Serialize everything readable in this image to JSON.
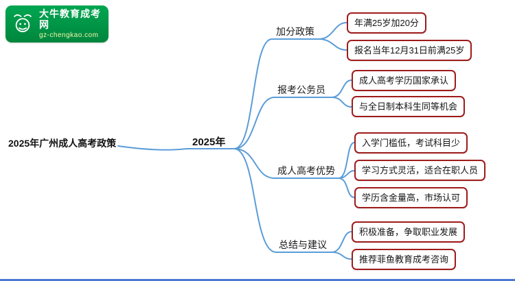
{
  "logo": {
    "title": "大牛教育成考网",
    "subtitle": "gz-chengkao.com",
    "icon": "bull-icon"
  },
  "root": {
    "text": "2025年广州成人高考政策"
  },
  "center": {
    "text": "2025年"
  },
  "branches": [
    {
      "label": "加分政策",
      "children": [
        "年满25岁加20分",
        "报名当年12月31日前满25岁"
      ]
    },
    {
      "label": "报考公务员",
      "children": [
        "成人高考学历国家承认",
        "与全日制本科生同等机会"
      ]
    },
    {
      "label": "成人高考优势",
      "children": [
        "入学门槛低，考试科目少",
        "学习方式灵活，适合在职人员",
        "学历含金量高，市场认可"
      ]
    },
    {
      "label": "总结与建议",
      "children": [
        "积极准备，争取职业发展",
        "推荐菲鱼教育成考咨询"
      ]
    }
  ],
  "colors": {
    "line": "#5a9cd8",
    "leaf_border": "#9e1b1b",
    "logo_green": "#00a651",
    "bottom_bar": "#4b79d2"
  }
}
